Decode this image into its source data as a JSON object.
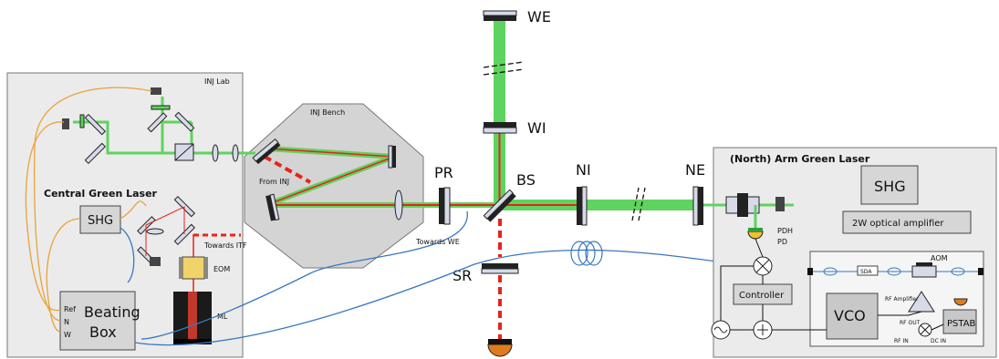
{
  "labels": {
    "we": "WE",
    "wi": "WI",
    "pr": "PR",
    "bs": "BS",
    "ni": "NI",
    "ne": "NE",
    "sr": "SR",
    "inj_lab": "INJ Lab",
    "inj_bench": "INJ Bench",
    "from_inj": "From INJ",
    "central_green_laser": "Central Green Laser",
    "shg_left": "SHG",
    "towards_itf": "Towards ITF",
    "eom": "EOM",
    "ml": "ML",
    "beating_box_line1": "Beating",
    "beating_box_line2": "Box",
    "ref": "Ref",
    "n": "N",
    "w": "W",
    "towards_we": "Towards WE",
    "north_arm_green_laser": "(North) Arm Green Laser",
    "shg_right": "SHG",
    "amplifier": "2W optical amplifier",
    "pdh": "PDH",
    "pd": "PD",
    "controller": "Controller",
    "vco": "VCO",
    "sda": "SDA",
    "aom": "AOM",
    "rf_amplifier": "RF Amplifier",
    "rf_out": "RF OUT",
    "rf_in": "RF IN",
    "dc_in": "DC IN",
    "pstab": "PSTAB"
  },
  "colors": {
    "green_beam": "#5fd35f",
    "red_beam": "#e8231a",
    "mirror_dark": "#222222",
    "mirror_light": "#d7dbe8",
    "fiber_orange": "#e8a33a",
    "fiber_blue": "#3a78c0",
    "box_fill": "#e6e6e6",
    "bench_fill": "#d6d6d6"
  }
}
